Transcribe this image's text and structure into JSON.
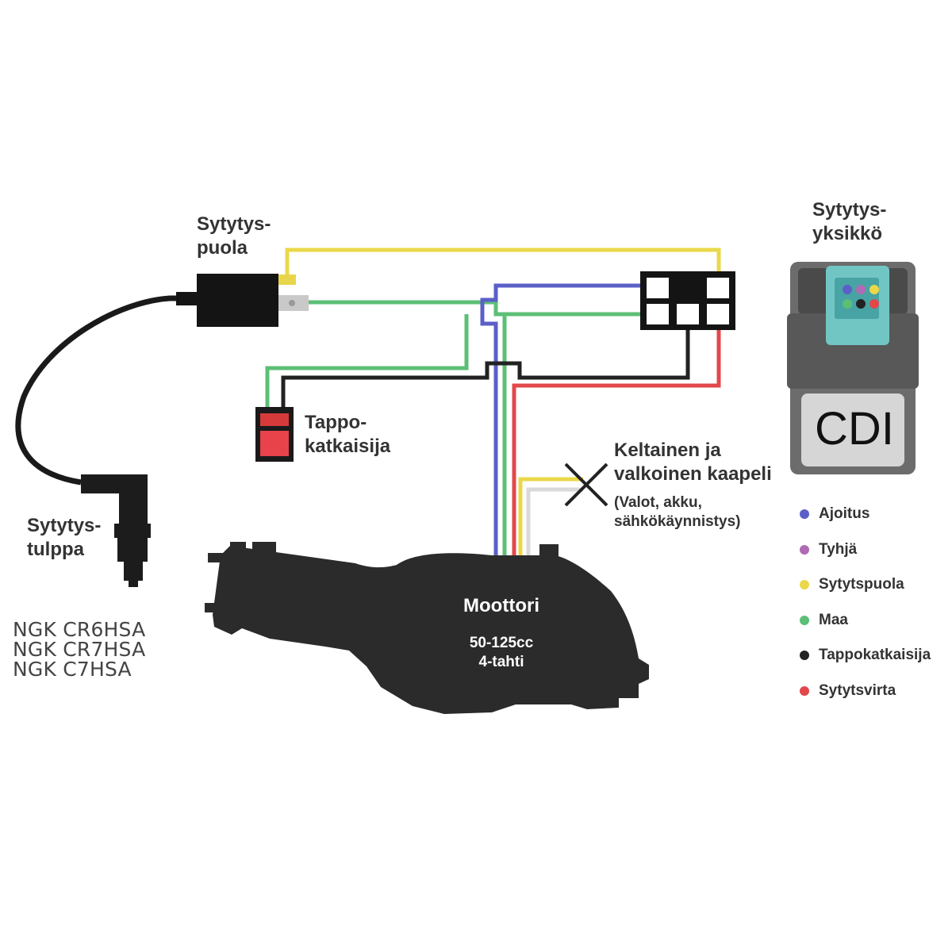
{
  "labels": {
    "coil": [
      "Sytytys-",
      "puola"
    ],
    "unit": [
      "Sytytys-",
      "yksikkö"
    ],
    "switch": [
      "Tappo-",
      "katkaisija"
    ],
    "plug": [
      "Sytytys-",
      "tulppa"
    ],
    "cable": [
      "Keltainen ja",
      "valkoinen kaapeli"
    ],
    "cable_note": [
      "(Valot, akku,",
      "sähkökäynnistys)"
    ],
    "engine_title": "Moottori",
    "engine_specs": [
      "50-125cc",
      "4-tahti"
    ],
    "cdi": "CDI"
  },
  "spark_plugs": [
    "NGK CR6HSA",
    "NGK CR7HSA",
    "NGK C7HSA"
  ],
  "legend": [
    {
      "label": "Ajoitus",
      "color": "#5b5fc7"
    },
    {
      "label": "Tyhjä",
      "color": "#b06ab3"
    },
    {
      "label": "Sytytspuola",
      "color": "#ead84a"
    },
    {
      "label": "Maa",
      "color": "#5cbf76"
    },
    {
      "label": "Tappokatkaisija",
      "color": "#222222"
    },
    {
      "label": "Sytytsvirta",
      "color": "#e2484b"
    }
  ],
  "wire_colors": {
    "yellow": "#ead84a",
    "green": "#5cbf76",
    "blue": "#5b5fc7",
    "black": "#222222",
    "red": "#e2484b",
    "white": "#d9d9d9"
  },
  "connector_pins": [
    "#5b5fc7",
    "#b06ab3",
    "#ead84a",
    "#5cbf76",
    "#222222",
    "#e2484b"
  ]
}
